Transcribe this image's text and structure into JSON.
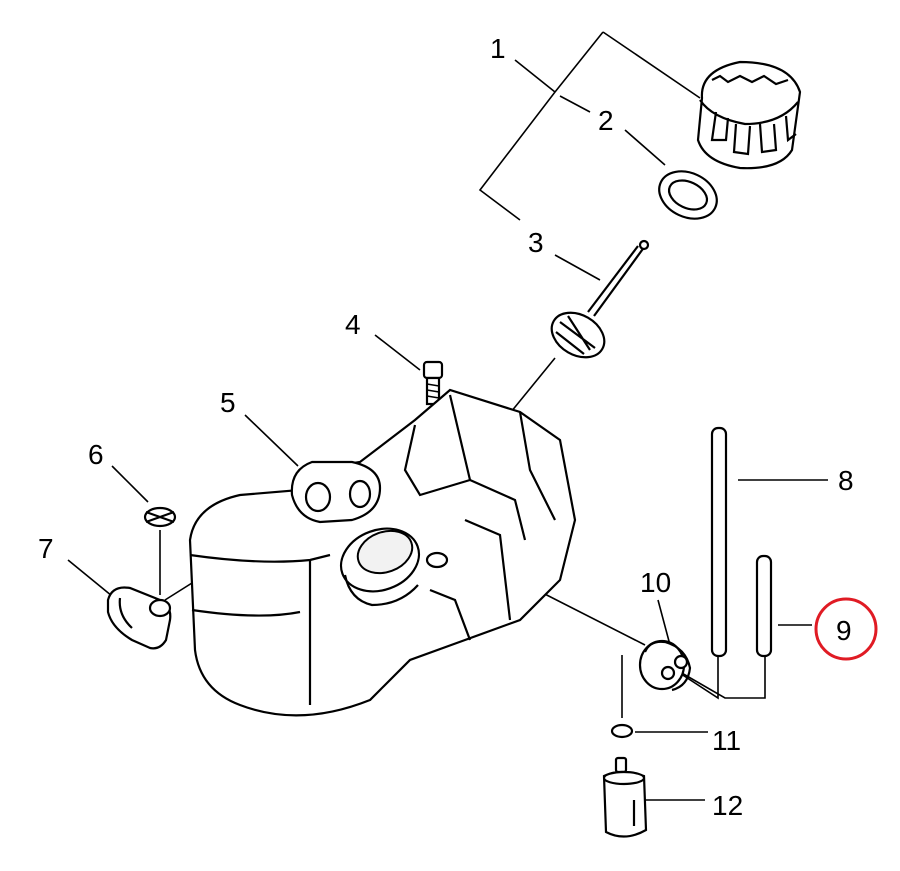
{
  "callouts": [
    {
      "id": "1",
      "label": "1"
    },
    {
      "id": "2",
      "label": "2"
    },
    {
      "id": "3",
      "label": "3"
    },
    {
      "id": "4",
      "label": "4"
    },
    {
      "id": "5",
      "label": "5"
    },
    {
      "id": "6",
      "label": "6"
    },
    {
      "id": "7",
      "label": "7"
    },
    {
      "id": "8",
      "label": "8"
    },
    {
      "id": "9",
      "label": "9",
      "highlighted": true
    },
    {
      "id": "10",
      "label": "10"
    },
    {
      "id": "11",
      "label": "11"
    },
    {
      "id": "12",
      "label": "12"
    }
  ],
  "highlight_color": "#e01b24"
}
